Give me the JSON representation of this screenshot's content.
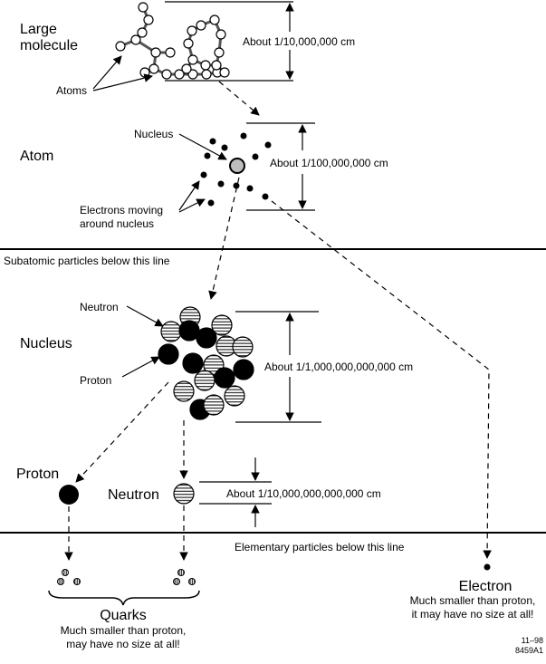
{
  "molecule": {
    "title_line1": "Large",
    "title_line2": "molecule",
    "atoms_label": "Atoms",
    "size": "About 1/10,000,000 cm"
  },
  "atom": {
    "title": "Atom",
    "nucleus_label": "Nucleus",
    "electrons_line1": "Electrons moving",
    "electrons_line2": "around nucleus",
    "size": "About 1/100,000,000 cm"
  },
  "subatomic_line": "Subatomic particles below this line",
  "nucleus": {
    "title": "Nucleus",
    "neutron_label": "Neutron",
    "proton_label": "Proton",
    "size": "About 1/1,000,000,000,000 cm"
  },
  "proton": {
    "title": "Proton"
  },
  "neutron": {
    "title": "Neutron",
    "size": "About 1/10,000,000,000,000 cm"
  },
  "elementary_line": "Elementary particles below this line",
  "quarks": {
    "title": "Quarks",
    "desc_line1": "Much smaller than proton,",
    "desc_line2": "may have no size at all!"
  },
  "electron": {
    "title": "Electron",
    "desc_line1": "Much smaller than proton,",
    "desc_line2": "it may have no size at all!"
  },
  "figure_id": {
    "line1": "11–98",
    "line2": "8459A1"
  }
}
